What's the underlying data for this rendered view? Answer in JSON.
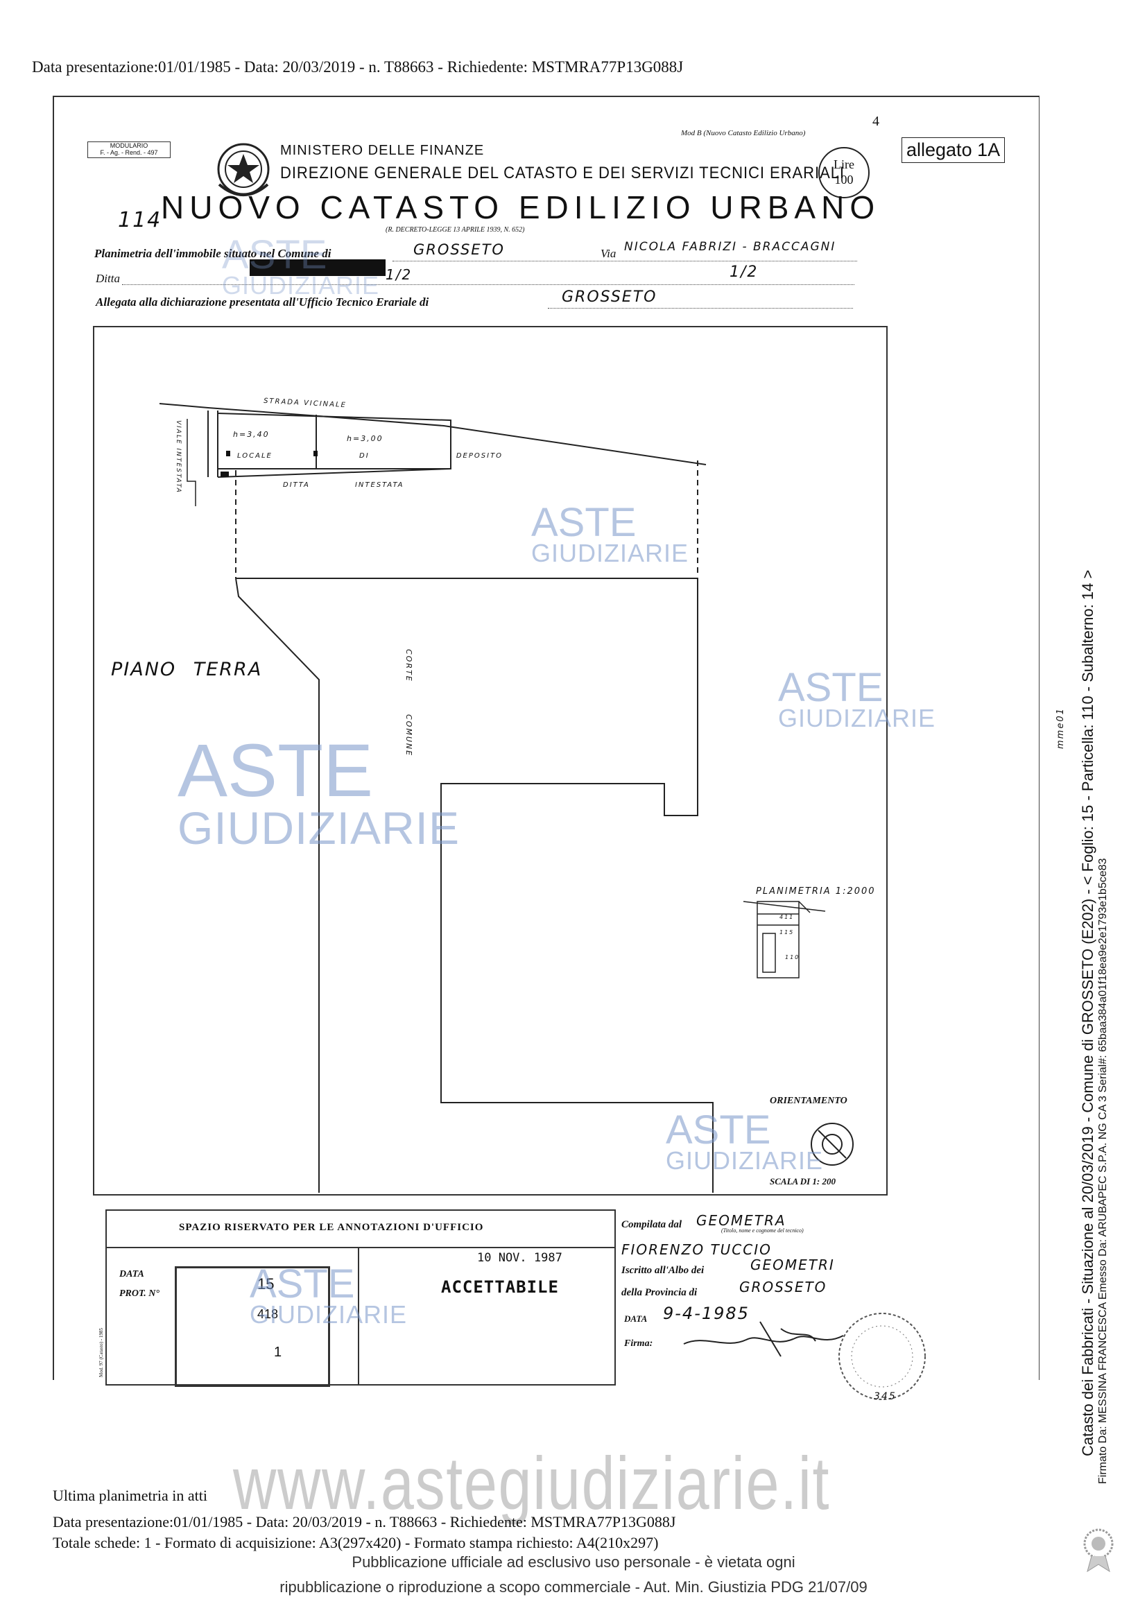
{
  "header_line": "Data presentazione:01/01/1985 - Data: 20/03/2019 - n. T88663 - Richiedente: MSTMRA77P13G088J",
  "form": {
    "modello_code_1": "MODULARIO",
    "modello_code_2": "F. - Ag. - Rend. - 497",
    "ministry": "MINISTERO DELLE FINANZE",
    "direction": "DIREZIONE GENERALE DEL CATASTO E DEI SERVIZI TECNICI ERARIALI",
    "mod_b": "Mod B (Nuovo Catasto Edilizio Urbano)",
    "lire_label": "Lire",
    "lire_value": "100",
    "allegato": "allegato 1A",
    "page_mark": "4",
    "title": "NUOVO CATASTO EDILIZIO URBANO",
    "title_prefix": "114",
    "decree": "(R. DECRETO-LEGGE 13 APRILE 1939, N. 652)",
    "planimetria_label": "Planimetria dell'immobile situato nel Comune di",
    "comune": "GROSSETO",
    "via_label": "Via",
    "via": "NICOLA FABRIZI  -  BRACCAGNI",
    "ditta_label": "Ditta",
    "quota_1": "1/2",
    "quota_2": "1/2",
    "allegata_label": "Allegata alla dichiarazione presentata all'Ufficio Tecnico Erariale di",
    "ufficio": "GROSSETO"
  },
  "plan": {
    "label_strada": "STRADA VICINALE",
    "label_h1": "h=3,40",
    "label_h2": "h=3,00",
    "label_locale": "LOCALE DI DEPOSITO",
    "label_ditta": "DITTA INTESTATA",
    "label_side": "VIALE INTESTATA",
    "piano": "PIANO TERRA",
    "corte_1": "CORTE",
    "corte_2": "COMUNE",
    "planimetria_scale": "PLANIMETRIA 1:2000",
    "mini_labels": [
      "411",
      "115",
      "110"
    ],
    "orientamento": "ORIENTAMENTO",
    "scala": "SCALA DI 1: 200"
  },
  "office": {
    "header": "SPAZIO RISERVATO PER LE ANNOTAZIONI D'UFFICIO",
    "data_label": "DATA",
    "prot_label": "PROT. N°",
    "num_1": "15",
    "num_2": "418",
    "num_3": "1",
    "stamp_date": "10 NOV. 1987",
    "accettabile": "ACCETTABILE",
    "side_code": "Mod. 97 (Catasto) - 1985"
  },
  "compiler": {
    "compilata_label": "Compilata dal",
    "title": "GEOMETRA",
    "name_note": "(Titolo, nome e cognome del tecnico)",
    "name": "FIORENZO  TUCCIO",
    "iscritto_label": "Iscritto all'Albo dei",
    "albo": "GEOMETRI",
    "provincia_label": "della Provincia di",
    "provincia": "GROSSETO",
    "data_label": "DATA",
    "data": "9-4-1985",
    "firma_label": "Firma:",
    "stamp_number": "345"
  },
  "watermarks": {
    "line1": "ASTE",
    "line2": "GIUDIZIARIE",
    "url": "www.astegiudiziarie.it"
  },
  "side_text_1": "Catasto dei Fabbricati - Situazione al 20/03/2019 - Comune di GROSSETO (E202) - < Foglio: 15 - Particella: 110 - Subalterno: 14 >",
  "side_text_2": "Firmato Da: MESSINA FRANCESCA Emesso Da: ARUBAPEC S.P.A. NG CA 3 Serial#: 65baa384a01f18ea9e2e1793e1b5ce83",
  "side_small": "mme01",
  "footer": {
    "ultima": "Ultima planimetria in atti",
    "line1": "Data presentazione:01/01/1985 - Data: 20/03/2019 - n. T88663 - Richiedente: MSTMRA77P13G088J",
    "line2": "Totale schede: 1 - Formato di acquisizione: A3(297x420)  - Formato stampa richiesto: A4(210x297)",
    "pub1": "Pubblicazione ufficiale ad esclusivo uso personale - è vietata ogni",
    "pub2": "ripubblicazione o riproduzione a scopo commerciale - Aut. Min. Giustizia PDG 21/07/09"
  }
}
